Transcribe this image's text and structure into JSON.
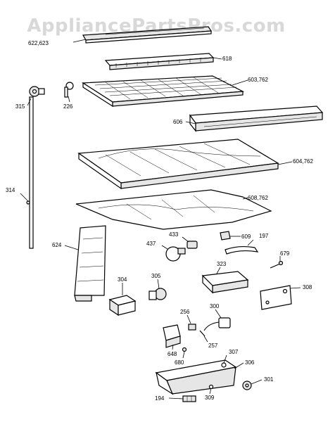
{
  "watermark": "AppliancePartsPros.com",
  "parts": [
    {
      "id": "p622",
      "label": "622,623"
    },
    {
      "id": "p618",
      "label": "618"
    },
    {
      "id": "p603",
      "label": "603,762"
    },
    {
      "id": "p315",
      "label": "315"
    },
    {
      "id": "p226",
      "label": "226"
    },
    {
      "id": "p606",
      "label": "606"
    },
    {
      "id": "p604",
      "label": "604,762"
    },
    {
      "id": "p314",
      "label": "314"
    },
    {
      "id": "p608",
      "label": "608,762"
    },
    {
      "id": "p624",
      "label": "624"
    },
    {
      "id": "p433",
      "label": "433"
    },
    {
      "id": "p609",
      "label": "609"
    },
    {
      "id": "p197",
      "label": "197"
    },
    {
      "id": "p437",
      "label": "437"
    },
    {
      "id": "p679",
      "label": "679"
    },
    {
      "id": "p323",
      "label": "323"
    },
    {
      "id": "p304",
      "label": "304"
    },
    {
      "id": "p305",
      "label": "305"
    },
    {
      "id": "p308",
      "label": "308"
    },
    {
      "id": "p256",
      "label": "256"
    },
    {
      "id": "p300",
      "label": "300"
    },
    {
      "id": "p257",
      "label": "257"
    },
    {
      "id": "p648",
      "label": "648"
    },
    {
      "id": "p680",
      "label": "680"
    },
    {
      "id": "p307",
      "label": "307"
    },
    {
      "id": "p306",
      "label": "306"
    },
    {
      "id": "p301",
      "label": "301"
    },
    {
      "id": "p194",
      "label": "194"
    },
    {
      "id": "p309",
      "label": "309"
    }
  ]
}
